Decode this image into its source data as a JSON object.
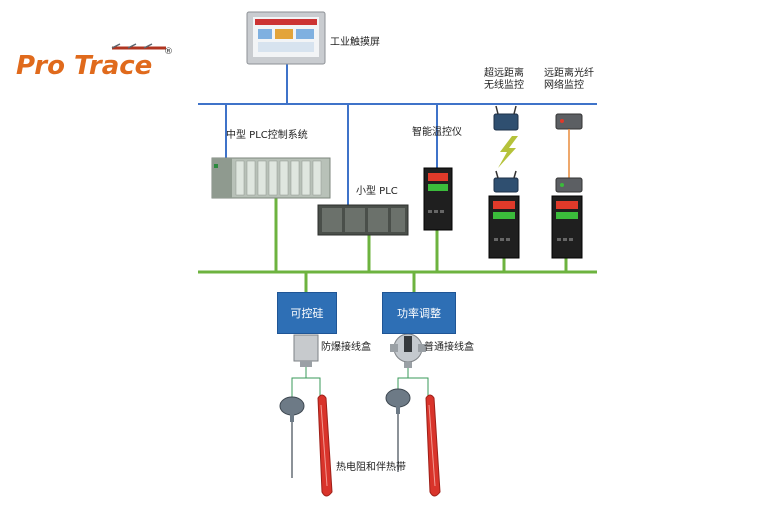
{
  "logo": {
    "text": "Pro Trace",
    "mark": "®",
    "color": "#e06a1c"
  },
  "labels": {
    "touch_screen": "工业触摸屏",
    "mid_plc": "中型 PLC控制系统",
    "small_plc": "小型 PLC",
    "smart_controller": "智能温控仪",
    "wireless": "超远距离\n无线监控",
    "fiber": "远距离光纤\n网络监控",
    "explosion_box": "防爆接线盒",
    "normal_box": "普通接线盒",
    "rtd_cable": "热电阻和伴热带"
  },
  "boxes": {
    "scr": "可控硅",
    "power": "功率调整"
  },
  "colors": {
    "bus_blue": "#3f73c9",
    "bus_green": "#6db33f",
    "box_blue": "#2e6fb5",
    "cable_red": "#d9342b",
    "fiber_orange": "#e98b3a"
  }
}
